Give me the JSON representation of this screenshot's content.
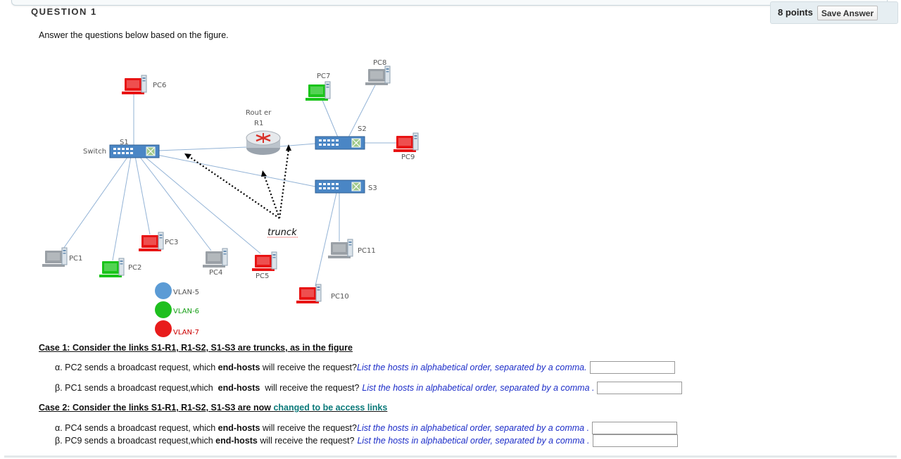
{
  "question": {
    "title": "QUESTION 1",
    "points": "8 points",
    "save_label": "Save Answer",
    "instructions": "Answer the questions below based on the figure."
  },
  "diagram": {
    "labels": {
      "pc1": "PC1",
      "pc2": "PC2",
      "pc3": "PC3",
      "pc4": "PC4",
      "pc5": "PC5",
      "pc6": "PC6",
      "pc7": "PC7",
      "pc8": "PC8",
      "pc9": "PC9",
      "pc10": "PC10",
      "pc11": "PC11",
      "switch": "Switch",
      "s1": "S1",
      "s2": "S2",
      "s3": "S3",
      "router": "Rout er",
      "r1": "R1",
      "trunk": "trunck"
    },
    "legend": [
      {
        "label": "VLAN-5",
        "color": "#5b9bd5"
      },
      {
        "label": "VLAN-6",
        "color": "#1fbf1f"
      },
      {
        "label": "VLAN-7",
        "color": "#e81c1c"
      }
    ],
    "colors": {
      "vlan5": "#9aa0a6",
      "vlan6": "#19c419",
      "vlan7": "#e81414",
      "switch": "#4a86c5",
      "link": "#8fb3d9"
    }
  },
  "case1": {
    "title": "Case 1: Consider the links S1-R1, R1-S2, S1-S3 are truncks, as in the figure",
    "qa": {
      "prefix": "α. PC2 sends a broadcast request, which",
      "bold": "end-hosts",
      "mid": "will receive the request?",
      "hint": "List the hosts in alphabetical order, separated by a comma.",
      "value": ""
    },
    "qb": {
      "prefix": "β. PC1 sends a broadcast request,which",
      "bold": "end-hosts",
      "mid": "will receive the request?",
      "hint": "List the hosts in alphabetical order,  separated by a comma .",
      "value": ""
    }
  },
  "case2": {
    "title": "Case 2: Consider the links S1-R1, R1-S2, S1-S3 are now",
    "title_highlight": "changed to be access links",
    "qa": {
      "prefix": "α. PC4 sends a broadcast request, which",
      "bold": "end-hosts",
      "mid": "will receive the request?",
      "hint": "List the hosts in alphabetical order,  separated by a comma .",
      "value": ""
    },
    "qb": {
      "prefix": "β. PC9 sends a broadcast request,which",
      "bold": "end-hosts",
      "mid": "will receive the request?",
      "hint": "List the hosts in alphabetical order,  separated by a comma .",
      "value": ""
    }
  }
}
